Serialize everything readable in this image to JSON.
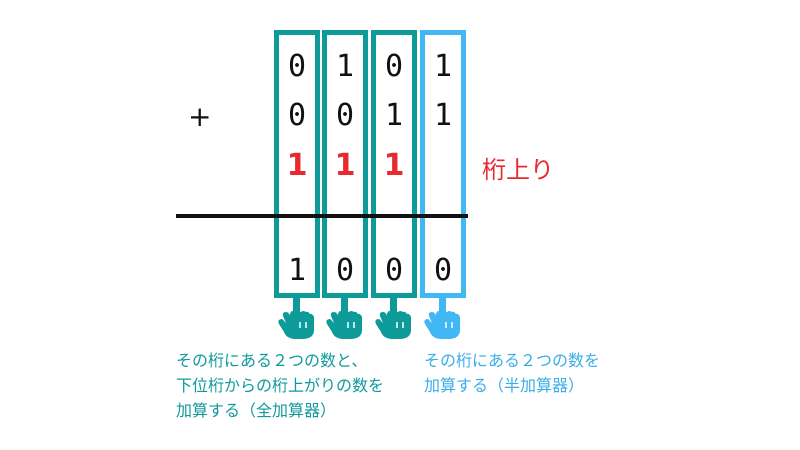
{
  "plus_sign": "+",
  "carry_label": "桁上り",
  "columns": [
    {
      "top": "0",
      "middle": "0",
      "carry": "1",
      "result": "1"
    },
    {
      "top": "1",
      "middle": "0",
      "carry": "1",
      "result": "0"
    },
    {
      "top": "0",
      "middle": "1",
      "carry": "1",
      "result": "0"
    },
    {
      "top": "1",
      "middle": "1",
      "carry": "",
      "result": "0"
    }
  ],
  "notes": {
    "full_adder": "その桁にある２つの数と、\n下位桁からの桁上がりの数を\n加算する（全加算器）",
    "half_adder": "その桁にある２つの数を\n加算する（半加算器）"
  },
  "colors": {
    "full_adder": "#0f9a9a",
    "half_adder": "#41b7f3",
    "carry": "#e8292f",
    "text": "#111111"
  },
  "icons": [
    "pointing-hand-icon",
    "pointing-hand-icon",
    "pointing-hand-icon",
    "pointing-hand-icon"
  ]
}
